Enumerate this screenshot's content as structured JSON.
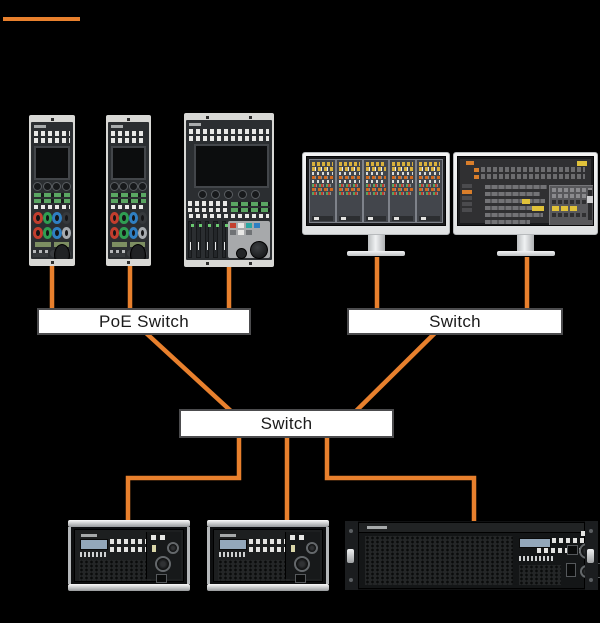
{
  "colors": {
    "background": "#000000",
    "cable_orange": "#E8802D",
    "box_fill": "#FFFFFF",
    "box_border": "#4C4C4E",
    "label_text": "#1B1B1B"
  },
  "legend": {
    "dash_color": "#E8802D"
  },
  "switches": {
    "poe": {
      "label": "PoE Switch"
    },
    "right": {
      "label": "Switch"
    },
    "center": {
      "label": "Switch"
    }
  }
}
